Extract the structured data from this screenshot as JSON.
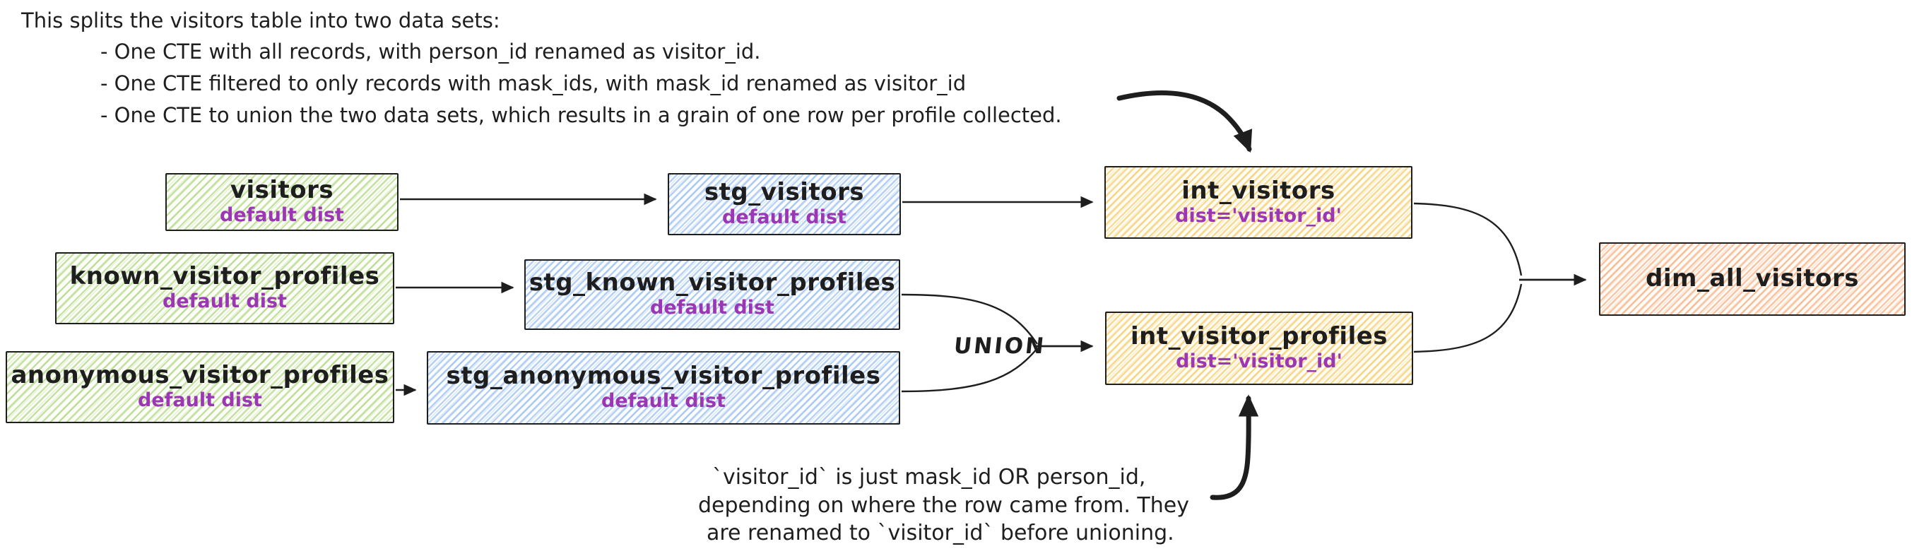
{
  "annotations": {
    "top": {
      "intro": "This splits the visitors table into two data sets:",
      "bullets": [
        "- One CTE with all records, with person_id renamed as visitor_id.",
        "- One CTE filtered to only records with mask_ids, with mask_id renamed as visitor_id",
        "- One CTE to union the two data sets, which results in a grain of one row per profile collected."
      ]
    },
    "bottom": {
      "lines": [
        "`visitor_id` is just mask_id OR person_id,",
        "depending on where the row came from. They",
        "are renamed to `visitor_id` before unioning."
      ]
    }
  },
  "labels": {
    "union": "UNION"
  },
  "nodes": {
    "visitors": {
      "title": "visitors",
      "dist": "default dist"
    },
    "known_visitor_profiles": {
      "title": "known_visitor_profiles",
      "dist": "default dist"
    },
    "anonymous_visitor_profiles": {
      "title": "anonymous_visitor_profiles",
      "dist": "default dist"
    },
    "stg_visitors": {
      "title": "stg_visitors",
      "dist": "default dist"
    },
    "stg_known_visitor_profiles": {
      "title": "stg_known_visitor_profiles",
      "dist": "default dist"
    },
    "stg_anonymous_visitor_profiles": {
      "title": "stg_anonymous_visitor_profiles",
      "dist": "default dist"
    },
    "int_visitors": {
      "title": "int_visitors",
      "dist": "dist='visitor_id'"
    },
    "int_visitor_profiles": {
      "title": "int_visitor_profiles",
      "dist": "dist='visitor_id'"
    },
    "dim_all_visitors": {
      "title": "dim_all_visitors"
    }
  },
  "colors": {
    "stroke": "#1e1e1e",
    "purple": "#9c36b5",
    "green": "#8bc54d",
    "blue": "#5692e6",
    "yellow": "#f0b224",
    "orange": "#f3823d"
  }
}
